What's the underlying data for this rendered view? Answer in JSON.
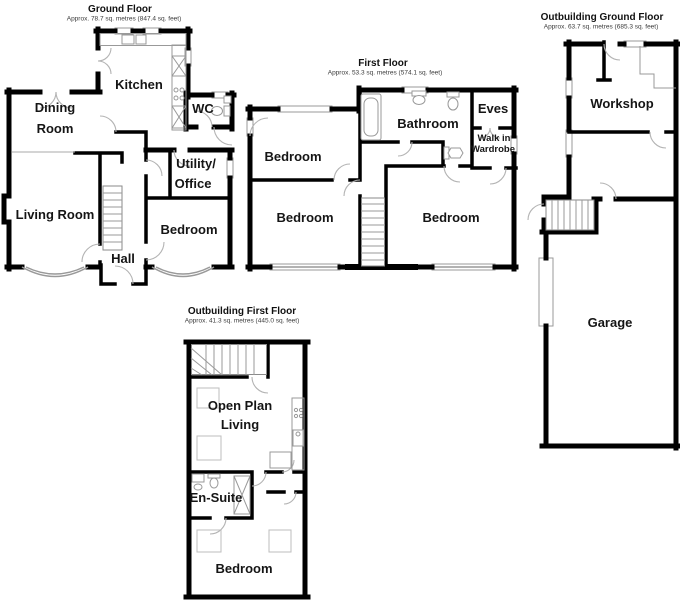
{
  "colors": {
    "wall": "#000000",
    "background": "#ffffff",
    "fixture_gray": "#999999",
    "door_arc_gray": "#b3b3b3",
    "label_text": "#151515"
  },
  "plans": {
    "ground_floor": {
      "title": "Ground Floor",
      "subtitle": "Approx. 78.7 sq. metres (847.4 sq. feet)",
      "rooms": {
        "kitchen": "Kitchen",
        "wc": "WC",
        "dining_line1": "Dining",
        "dining_line2": "Room",
        "utility_line1": "Utility/",
        "utility_line2": "Office",
        "living_room": "Living Room",
        "bedroom": "Bedroom",
        "hall": "Hall"
      }
    },
    "first_floor": {
      "title": "First Floor",
      "subtitle": "Approx. 53.3 sq. metres (574.1 sq. feet)",
      "rooms": {
        "bedroom_top": "Bedroom",
        "bathroom": "Bathroom",
        "eves": "Eves",
        "wardrobe_line1": "Walk in",
        "wardrobe_line2": "Wardrobe",
        "bedroom_left": "Bedroom",
        "bedroom_right": "Bedroom"
      }
    },
    "outbuilding_ground_floor": {
      "title": "Outbuilding Ground Floor",
      "subtitle": "Approx. 63.7 sq. metres (685.3 sq. feet)",
      "rooms": {
        "workshop": "Workshop",
        "garage": "Garage"
      }
    },
    "outbuilding_first_floor": {
      "title": "Outbuilding First Floor",
      "subtitle": "Approx. 41.3 sq. metres (445.0 sq. feet)",
      "rooms": {
        "open_plan_line1": "Open Plan",
        "open_plan_line2": "Living",
        "ensuite": "En-Suite",
        "bedroom": "Bedroom"
      }
    }
  }
}
